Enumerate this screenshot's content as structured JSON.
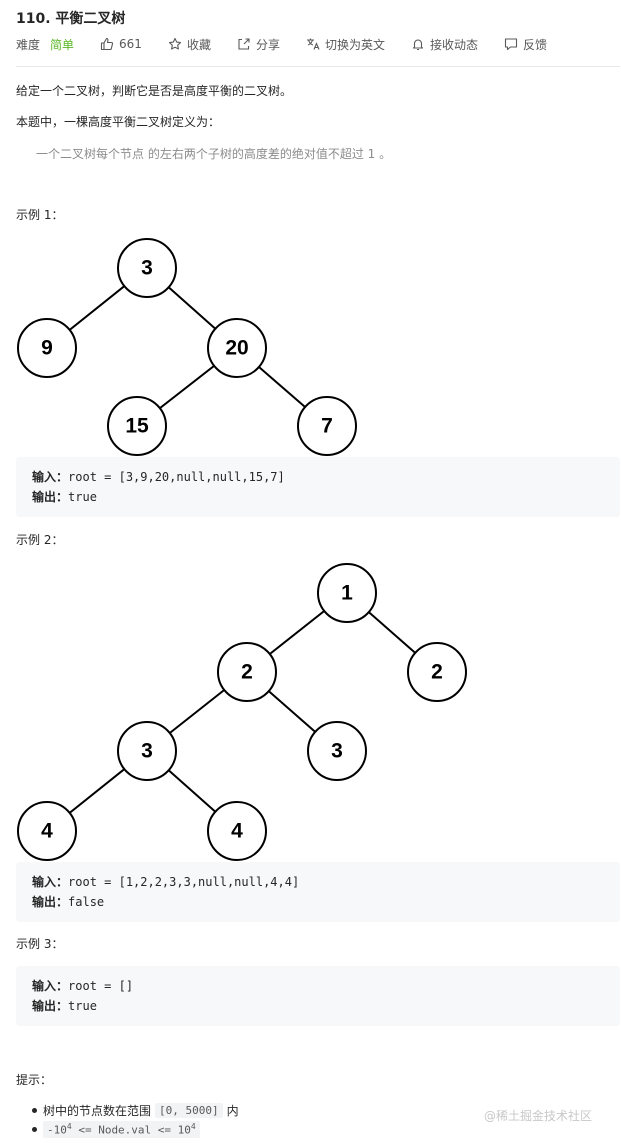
{
  "title": "110. 平衡二叉树",
  "meta": {
    "difficulty_label": "难度",
    "difficulty_value": "简单",
    "likes": "661",
    "favorite": "收藏",
    "share": "分享",
    "switch_lang": "切换为英文",
    "subscribe": "接收动态",
    "feedback": "反馈"
  },
  "description": {
    "line1": "给定一个二叉树，判断它是否是高度平衡的二叉树。",
    "line2": "本题中，一棵高度平衡二叉树定义为：",
    "quote": "一个二叉树每个节点 的左右两个子树的高度差的绝对值不超过 1 。"
  },
  "examples": [
    {
      "label": "示例 1：",
      "tree_nodes": [
        "3",
        "9",
        "20",
        "15",
        "7"
      ],
      "input_key": "输入：",
      "input_val": "root = [3,9,20,null,null,15,7]",
      "output_key": "输出：",
      "output_val": "true"
    },
    {
      "label": "示例 2：",
      "tree_nodes": [
        "1",
        "2",
        "2",
        "3",
        "3",
        "4",
        "4"
      ],
      "input_key": "输入：",
      "input_val": "root = [1,2,2,3,3,null,null,4,4]",
      "output_key": "输出：",
      "output_val": "false"
    },
    {
      "label": "示例 3：",
      "input_key": "输入：",
      "input_val": "root = []",
      "output_key": "输出：",
      "output_val": "true"
    }
  ],
  "hints": {
    "title": "提示：",
    "item1_pre": "树中的节点数在范围",
    "item1_code": "[0, 5000]",
    "item1_post": "内",
    "item2_a": "-10",
    "item2_exp1": "4",
    "item2_b": " <= Node.val <= 10",
    "item2_exp2": "4"
  },
  "watermark": "@稀土掘金技术社区",
  "colors": {
    "easy": "#5ab726",
    "code_bg": "#f7f8fa"
  },
  "icons": [
    "thumbs-up-icon",
    "star-icon",
    "share-icon",
    "translate-icon",
    "bell-icon",
    "feedback-icon"
  ]
}
